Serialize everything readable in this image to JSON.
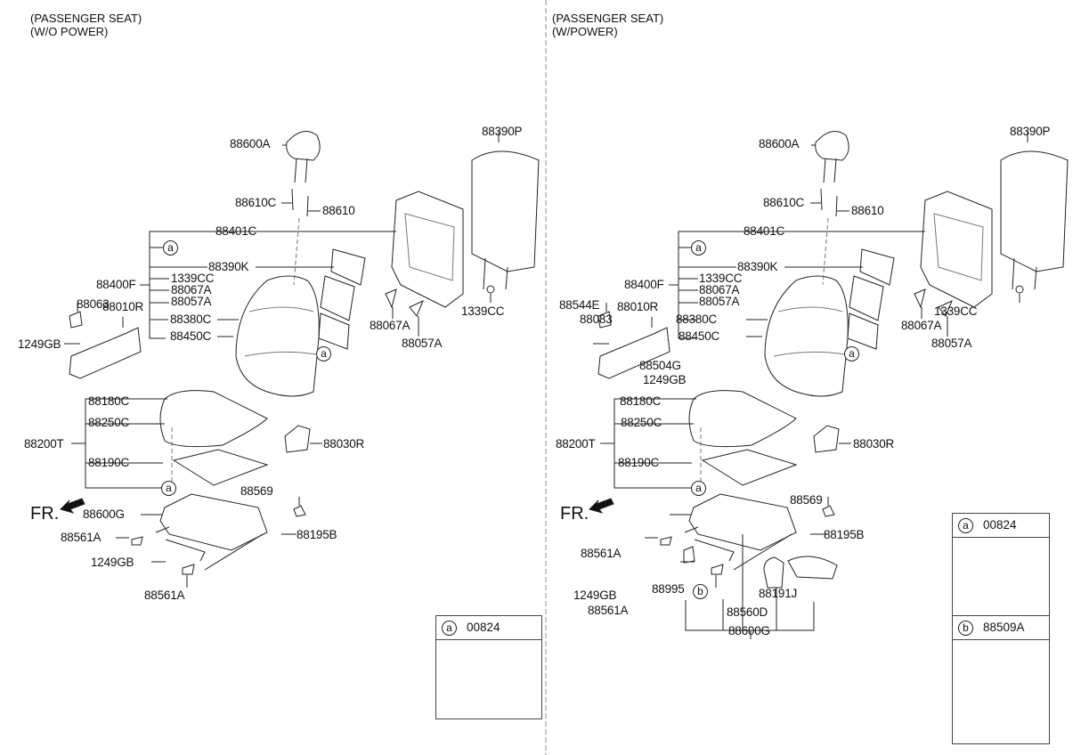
{
  "left": {
    "title_line1": "(PASSENGER SEAT)",
    "title_line2": "(W/O POWER)",
    "labels": [
      "88600A",
      "88390P",
      "88610C",
      "88610",
      "88401C",
      "88390K",
      "88400F",
      "1339CC",
      "88067A",
      "88057A",
      "88063",
      "88010R",
      "88380C",
      "88450C",
      "88067A",
      "88057A",
      "1339CC",
      "1249GB",
      "88180C",
      "88250C",
      "88200T",
      "88030R",
      "88190C",
      "88569",
      "88600G",
      "88561A",
      "88195B",
      "1249GB",
      "88561A"
    ],
    "circles": [
      "a",
      "a",
      "a"
    ],
    "front_marker": "FR.",
    "legend": {
      "key": "a",
      "code": "00824"
    }
  },
  "right": {
    "title_line1": "(PASSENGER SEAT)",
    "title_line2": "(W/POWER)",
    "labels": [
      "88600A",
      "88390P",
      "88610C",
      "88610",
      "88401C",
      "88390K",
      "88400F",
      "1339CC",
      "88067A",
      "88057A",
      "88544E",
      "88083",
      "88010R",
      "88380C",
      "88450C",
      "88067A",
      "88057A",
      "1339CC",
      "88504G",
      "1249GB",
      "88180C",
      "88250C",
      "88200T",
      "88030R",
      "88190C",
      "88569",
      "88195B",
      "88561A",
      "1249GB",
      "88561A",
      "88995",
      "88560D",
      "88191J",
      "88600G"
    ],
    "circles": [
      "a",
      "a",
      "a",
      "b"
    ],
    "front_marker": "FR.",
    "legend": [
      {
        "key": "a",
        "code": "00824"
      },
      {
        "key": "b",
        "code": "88509A"
      }
    ]
  }
}
